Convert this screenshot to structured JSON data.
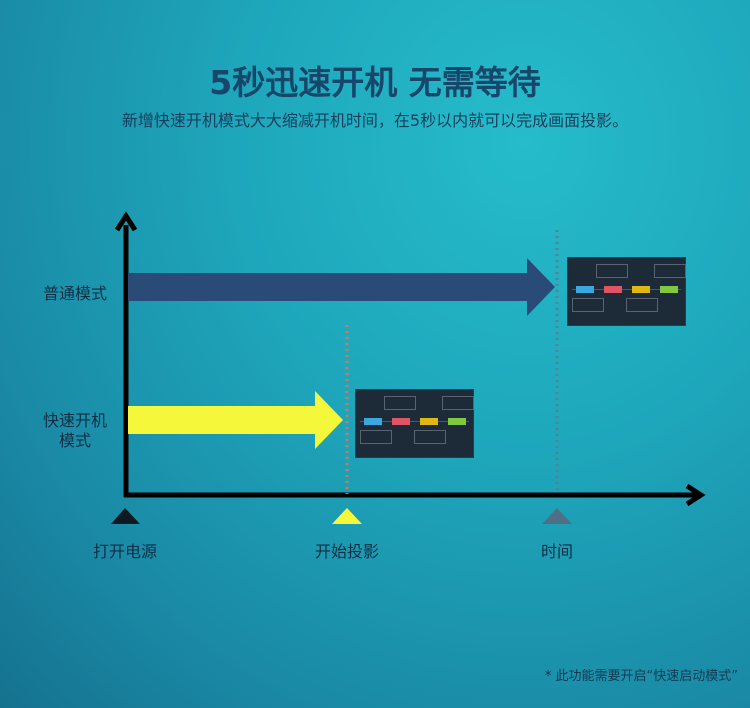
{
  "header": {
    "title": "5秒迅速开机 无需等待",
    "subtitle": "新增快速开机模式大大缩减开机时间，在5秒以内就可以完成画面投影。"
  },
  "chart": {
    "rows": [
      {
        "label": "普通模式",
        "color": "#2a4a78"
      },
      {
        "label": "快速开机\n模式",
        "color": "#f5f83a"
      }
    ],
    "axis_labels": [
      "打开电源",
      "开始投影",
      "时间"
    ]
  },
  "footnote": "* 此功能需要开启“快速启动模式”"
}
